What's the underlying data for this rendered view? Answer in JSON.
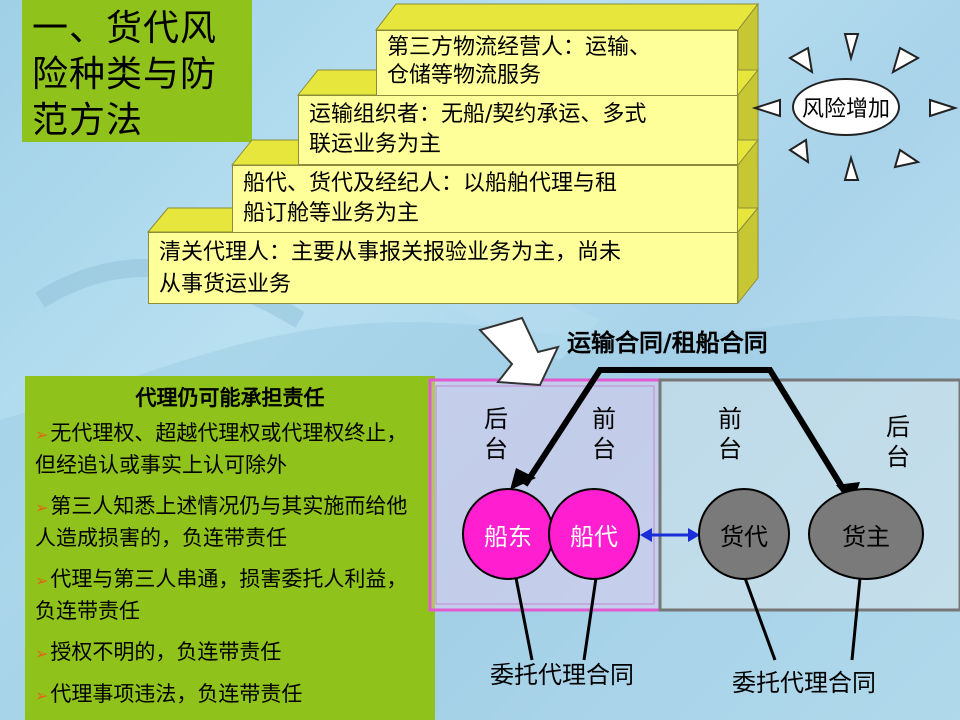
{
  "title": "一、货代风险种类与防范方法",
  "title_lines": [
    "一、货代风",
    "险种类与防",
    "范方法"
  ],
  "steps": [
    {
      "line1": "第三方物流经营人：运输、",
      "line2": "仓储等物流服务"
    },
    {
      "line1": "运输组织者：无船/契约承运、多式",
      "line2": "联运业务为主"
    },
    {
      "line1": "船代、货代及经纪人：以船舶代理与租",
      "line2": "船订舱等业务为主"
    },
    {
      "line1": "清关代理人：主要从事报关报验业务为主，尚未",
      "line2": "从事货运业务"
    }
  ],
  "risk_label": "风险增加",
  "left_panel": {
    "heading": "代理仍可能承担责任",
    "items": [
      "无代理权、超越代理权或代理权终止，但经追认或事实上认可除外",
      "第三人知悉上述情况仍与其实施而给他人造成损害的，负连带责任",
      "代理与第三人串通，损害委托人利益，负连带责任",
      "授权不明的，负连带责任",
      "代理事项违法，负连带责任"
    ],
    "bullet": "➢"
  },
  "diagram": {
    "transport_contract": "运输合同/租船合同",
    "back_left": "后台",
    "front_left": "前台",
    "front_right": "前台",
    "back_right": "后台",
    "nodes": [
      "船东",
      "船代",
      "货代",
      "货主"
    ],
    "agency_left": "委托代理合同",
    "agency_right": "委托代理合同"
  },
  "colors": {
    "green": "#8fc21a",
    "yellow_face": "#ffff9a",
    "pink": "#ff1fd0",
    "gray": "#7a7a7a",
    "blue_arrow": "#1a2ed8"
  }
}
